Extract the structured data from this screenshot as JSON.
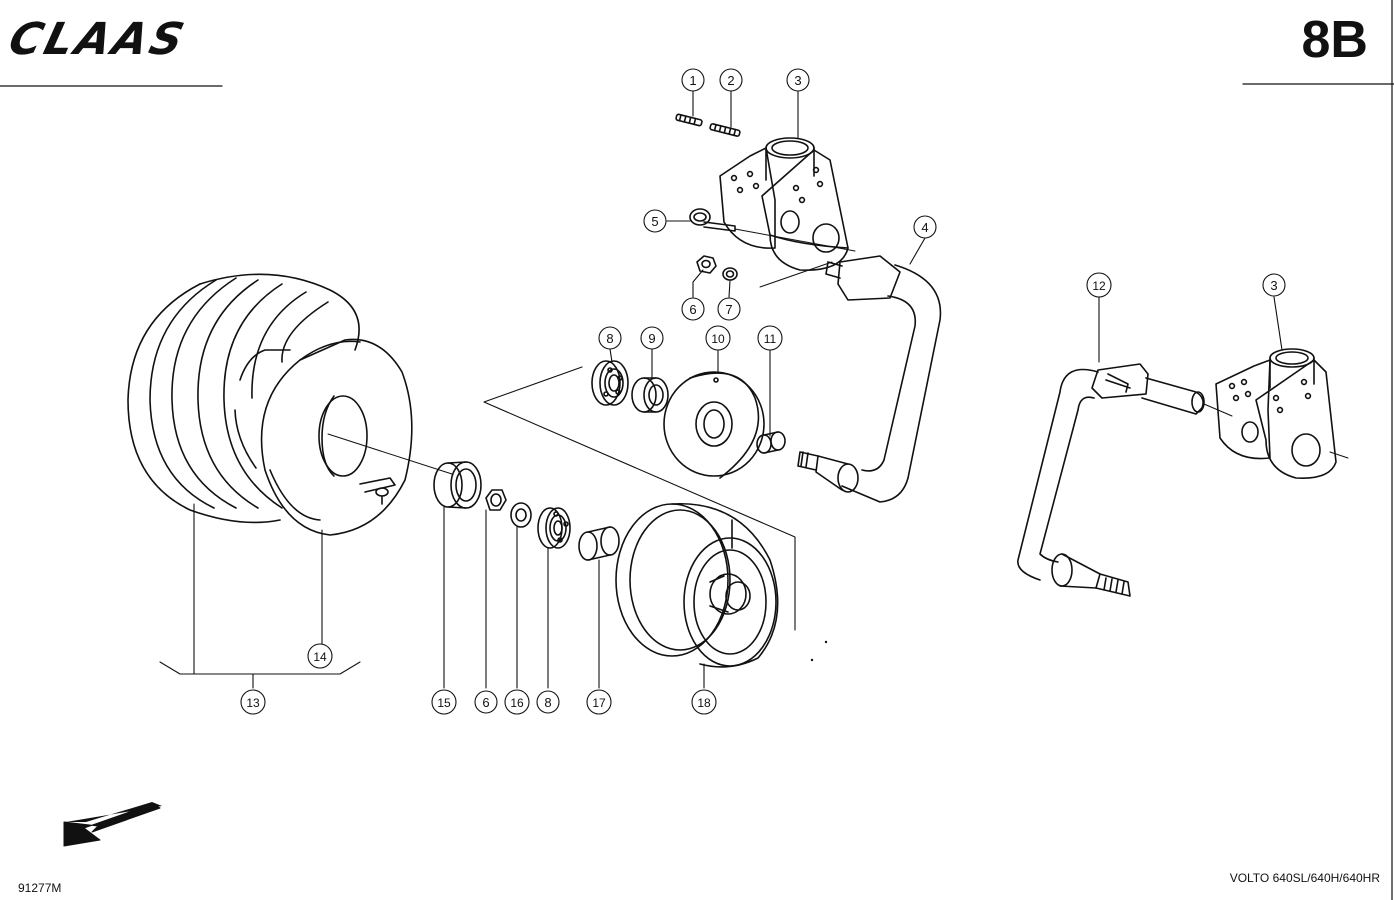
{
  "header": {
    "brand": "CLAAS",
    "page_code": "8B"
  },
  "footer": {
    "drawing_number": "91277M",
    "model": "VOLTO 640SL/640H/640HR"
  },
  "callouts": [
    {
      "id": "c1",
      "label": "1"
    },
    {
      "id": "c2",
      "label": "2"
    },
    {
      "id": "c3a",
      "label": "3"
    },
    {
      "id": "c5",
      "label": "5"
    },
    {
      "id": "c4",
      "label": "4"
    },
    {
      "id": "c6a",
      "label": "6"
    },
    {
      "id": "c7",
      "label": "7"
    },
    {
      "id": "c8a",
      "label": "8"
    },
    {
      "id": "c9",
      "label": "9"
    },
    {
      "id": "c10",
      "label": "10"
    },
    {
      "id": "c11",
      "label": "11"
    },
    {
      "id": "c12",
      "label": "12"
    },
    {
      "id": "c3b",
      "label": "3"
    },
    {
      "id": "c14",
      "label": "14"
    },
    {
      "id": "c13",
      "label": "13"
    },
    {
      "id": "c15",
      "label": "15"
    },
    {
      "id": "c6b",
      "label": "6"
    },
    {
      "id": "c16",
      "label": "16"
    },
    {
      "id": "c8b",
      "label": "8"
    },
    {
      "id": "c17",
      "label": "17"
    },
    {
      "id": "c18",
      "label": "18"
    }
  ],
  "colors": {
    "ink": "#111111",
    "paper": "#ffffff"
  }
}
